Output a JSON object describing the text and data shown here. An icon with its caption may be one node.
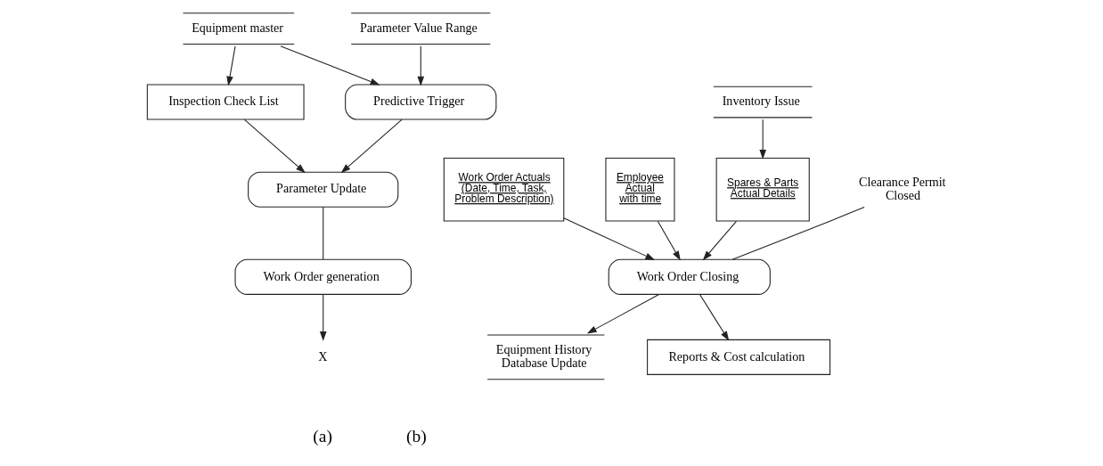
{
  "diagram": {
    "nodes": [
      {
        "text": [
          "Inspection Check List"
        ]
      },
      {
        "text": [
          "Parameter Update"
        ]
      },
      {
        "text": [
          "Equipment master"
        ]
      },
      {
        "text": [
          "Predictive Trigger"
        ]
      },
      {
        "text": [
          "Parameter Value Range"
        ]
      },
      {
        "text": [
          "Work Order generation"
        ]
      },
      {
        "text": [
          "X"
        ]
      },
      {
        "text": [
          "Work Order Actuals (Date, Time, Task, Problem Description)"
        ]
      },
      {
        "text": [
          "Employee Actual with time"
        ]
      },
      {
        "text": [
          "Inventory Issue"
        ]
      },
      {
        "text": [
          "Spares & Parts Actual Details"
        ]
      },
      {
        "text": [
          "Clearance Permit Closed"
        ]
      },
      {
        "text": [
          "Work Order Closing"
        ]
      },
      {
        "text": [
          "Equipment History Database Update"
        ]
      },
      {
        "text": [
          "Reports & Cost calculation"
        ]
      }
    ],
    "edges": [
      {
        "from": 0,
        "to": 1,
        "arrow": "to"
      },
      {
        "from": 2,
        "to": 0,
        "arrow": "to"
      },
      {
        "from": 2,
        "to": 3,
        "arrow": "to"
      },
      {
        "from": 3,
        "to": 1,
        "arrow": "to"
      },
      {
        "from": 4,
        "to": 3,
        "arrow": "to"
      },
      {
        "from": 1,
        "to": 5,
        "arrow": "none"
      },
      {
        "from": 5,
        "to": 6,
        "arrow": "to"
      },
      {
        "from": 7,
        "to": 12,
        "arrow": "to"
      },
      {
        "from": 8,
        "to": 12,
        "arrow": "to"
      },
      {
        "from": 9,
        "to": 10,
        "arrow": "to"
      },
      {
        "from": 10,
        "to": 12,
        "arrow": "to"
      },
      {
        "from": 11,
        "to": 12,
        "arrow": "none"
      },
      {
        "from": 12,
        "to": 13,
        "arrow": "to"
      },
      {
        "from": 12,
        "to": 14,
        "arrow": "to"
      }
    ],
    "labels": [
      "(a)",
      "(b)"
    ]
  }
}
